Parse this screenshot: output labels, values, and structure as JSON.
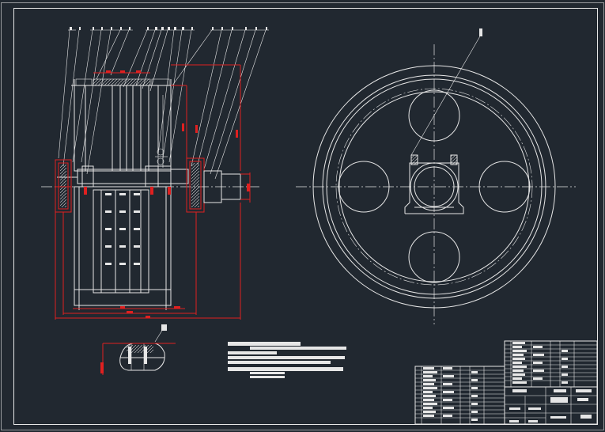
{
  "drawing": {
    "background": "#212830",
    "line_color": "#e6e6e6",
    "dimension_color": "#e02020",
    "views": [
      "section-view",
      "end-view",
      "detail-view"
    ],
    "parts_list_rows": 14,
    "title_block_rows": 14
  }
}
